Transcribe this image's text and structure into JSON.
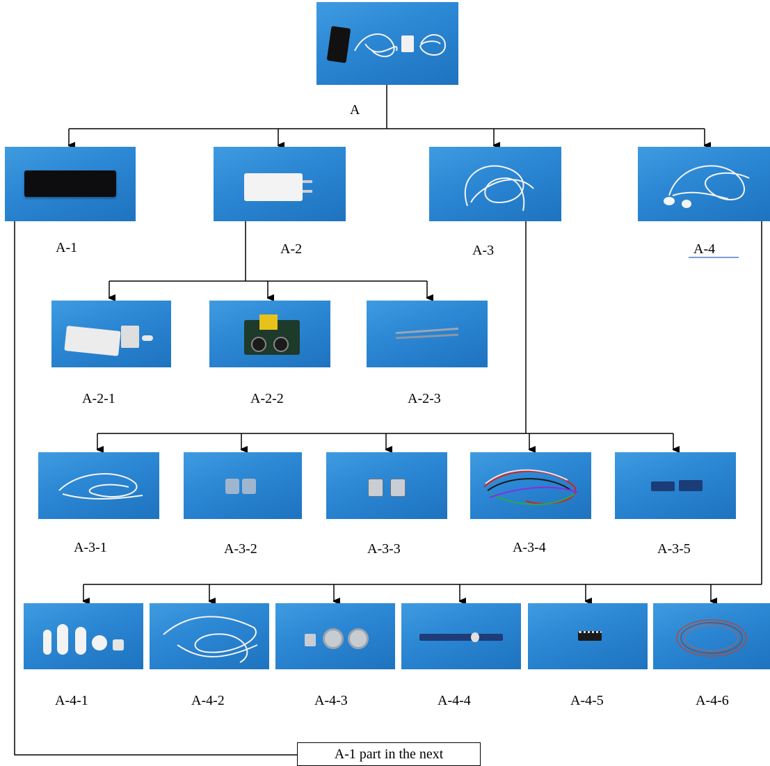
{
  "root": {
    "label": "A"
  },
  "level1": [
    {
      "id": "A-1",
      "label": "A-1",
      "image": "phone"
    },
    {
      "id": "A-2",
      "label": "A-2",
      "image": "charger"
    },
    {
      "id": "A-3",
      "label": "A-3",
      "image": "usb-cable"
    },
    {
      "id": "A-4",
      "label": "A-4",
      "image": "earphones"
    }
  ],
  "level_a2": [
    {
      "label": "A-2-1",
      "image": "charger-housing-parts"
    },
    {
      "label": "A-2-2",
      "image": "charger-pcb"
    },
    {
      "label": "A-2-3",
      "image": "charger-pins"
    }
  ],
  "level_a3": [
    {
      "label": "A-3-1",
      "image": "cable-coil"
    },
    {
      "label": "A-3-2",
      "image": "connector-covers"
    },
    {
      "label": "A-3-3",
      "image": "connector-shells"
    },
    {
      "label": "A-3-4",
      "image": "colored-wires"
    },
    {
      "label": "A-3-5",
      "image": "connector-boards"
    }
  ],
  "level_a4": [
    {
      "label": "A-4-1",
      "image": "earbud-shells"
    },
    {
      "label": "A-4-2",
      "image": "earphone-cable"
    },
    {
      "label": "A-4-3",
      "image": "speaker-drivers"
    },
    {
      "label": "A-4-4",
      "image": "remote-pcb-strip"
    },
    {
      "label": "A-4-5",
      "image": "small-pcb"
    },
    {
      "label": "A-4-6",
      "image": "thin-wire-coil"
    }
  ],
  "note": {
    "text": "A-1 part in the next"
  }
}
